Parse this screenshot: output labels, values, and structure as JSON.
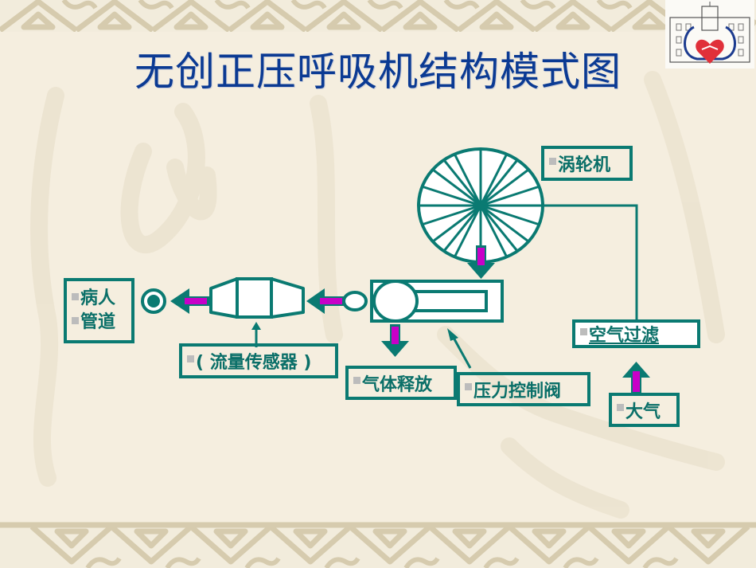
{
  "slide": {
    "title": "无创正压呼吸机结构模式图",
    "colors": {
      "background": "#f5eedf",
      "border_pattern": "#d6cbae",
      "title": "#0b3a93",
      "diagram_stroke": "#0a7a72",
      "label_text": "#0a6f68",
      "arrow_fill": "#c800c8",
      "bullet": "#bcbcbc"
    }
  },
  "logo": {
    "name": "hospital-building-logo"
  },
  "seal": {
    "name": "red-seal-stamp"
  },
  "diagram": {
    "labels": {
      "turbine": "涡轮机",
      "patient": "病人",
      "tubing": "管道",
      "flow_sensor": "( 流量传感器 )",
      "gas_release": "气体释放",
      "pressure_valve": "压力控制阀",
      "air_filter": "空气过滤",
      "atmosphere": "大气"
    },
    "components": [
      "turbine",
      "pressure-chamber",
      "flow-sensor",
      "patient-connector",
      "air-filter"
    ]
  }
}
